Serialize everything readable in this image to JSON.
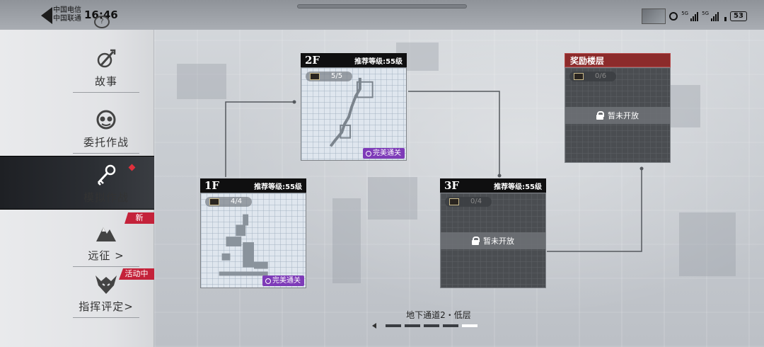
{
  "status_bar": {
    "carrier_1": "中国电信",
    "carrier_2": "中国联通",
    "time": "16:46",
    "signal_tag": "5G",
    "battery": "53"
  },
  "sidebar": {
    "items": [
      {
        "label": "故事",
        "icon": "compass-arrow-icon"
      },
      {
        "label": "委托作战",
        "icon": "mask-icon"
      },
      {
        "label": "模拟作战",
        "icon": "key-icon",
        "active": true
      },
      {
        "label": "远征 >",
        "icon": "mountain-icon"
      },
      {
        "label": "指挥评定>",
        "icon": "wolf-emblem-icon"
      }
    ],
    "badge_new": "新",
    "badge_event": "活动中"
  },
  "floors": [
    {
      "floor": "1F",
      "recommended": "推荐等级:55级",
      "progress": "4/4",
      "status": "完美通关",
      "locked": false
    },
    {
      "floor": "2F",
      "recommended": "推荐等级:55级",
      "progress": "5/5",
      "status": "完美通关",
      "locked": false
    },
    {
      "floor": "3F",
      "recommended": "推荐等级:55级",
      "progress": "0/4",
      "status": "暂未开放",
      "locked": true
    }
  ],
  "reward_floor": {
    "title": "奖励楼层",
    "progress": "0/6",
    "status": "暂未开放"
  },
  "area": {
    "title": "地下通道2・低层",
    "pages": 5,
    "current_page": 5
  },
  "colors": {
    "perfect_badge": "#7e3bb8",
    "reward_header": "#8c2b2b",
    "badge_red": "#c4223a"
  }
}
